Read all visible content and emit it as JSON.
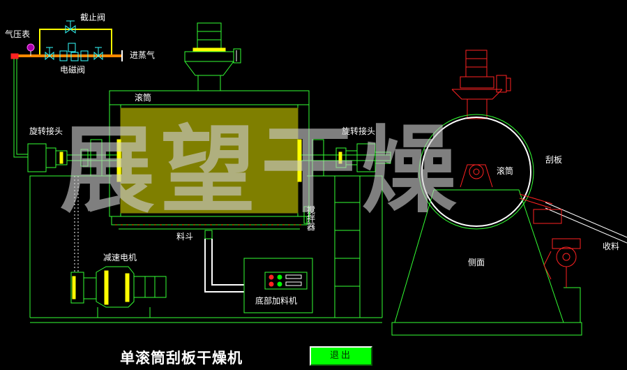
{
  "title": "单滚筒刮板干燥机",
  "exit_button": "退出",
  "watermark": "展望干燥",
  "labels": {
    "pressure_gauge": "气压表",
    "stop_valve": "截止阀",
    "solenoid_valve": "电磁阀",
    "steam_inlet": "进蒸气",
    "drum": "滚筒",
    "rotary_joint_left": "旋转接头",
    "rotary_joint_right": "旋转接头",
    "agitator": "搅拌器",
    "hopper": "料斗",
    "gear_motor": "减速电机",
    "bottom_feeder": "底部加料机",
    "side_drum": "滚筒",
    "scraper": "刮板",
    "discharge": "收料",
    "side_view": "侧面"
  },
  "colors": {
    "line": "#33ff33",
    "pipe_orange": "#ff8800",
    "pipe_yellow": "#ffff00",
    "drum_fill": "#7f7f00",
    "red": "#ff2222",
    "exit_button": "#00ff00",
    "background": "#000000"
  }
}
